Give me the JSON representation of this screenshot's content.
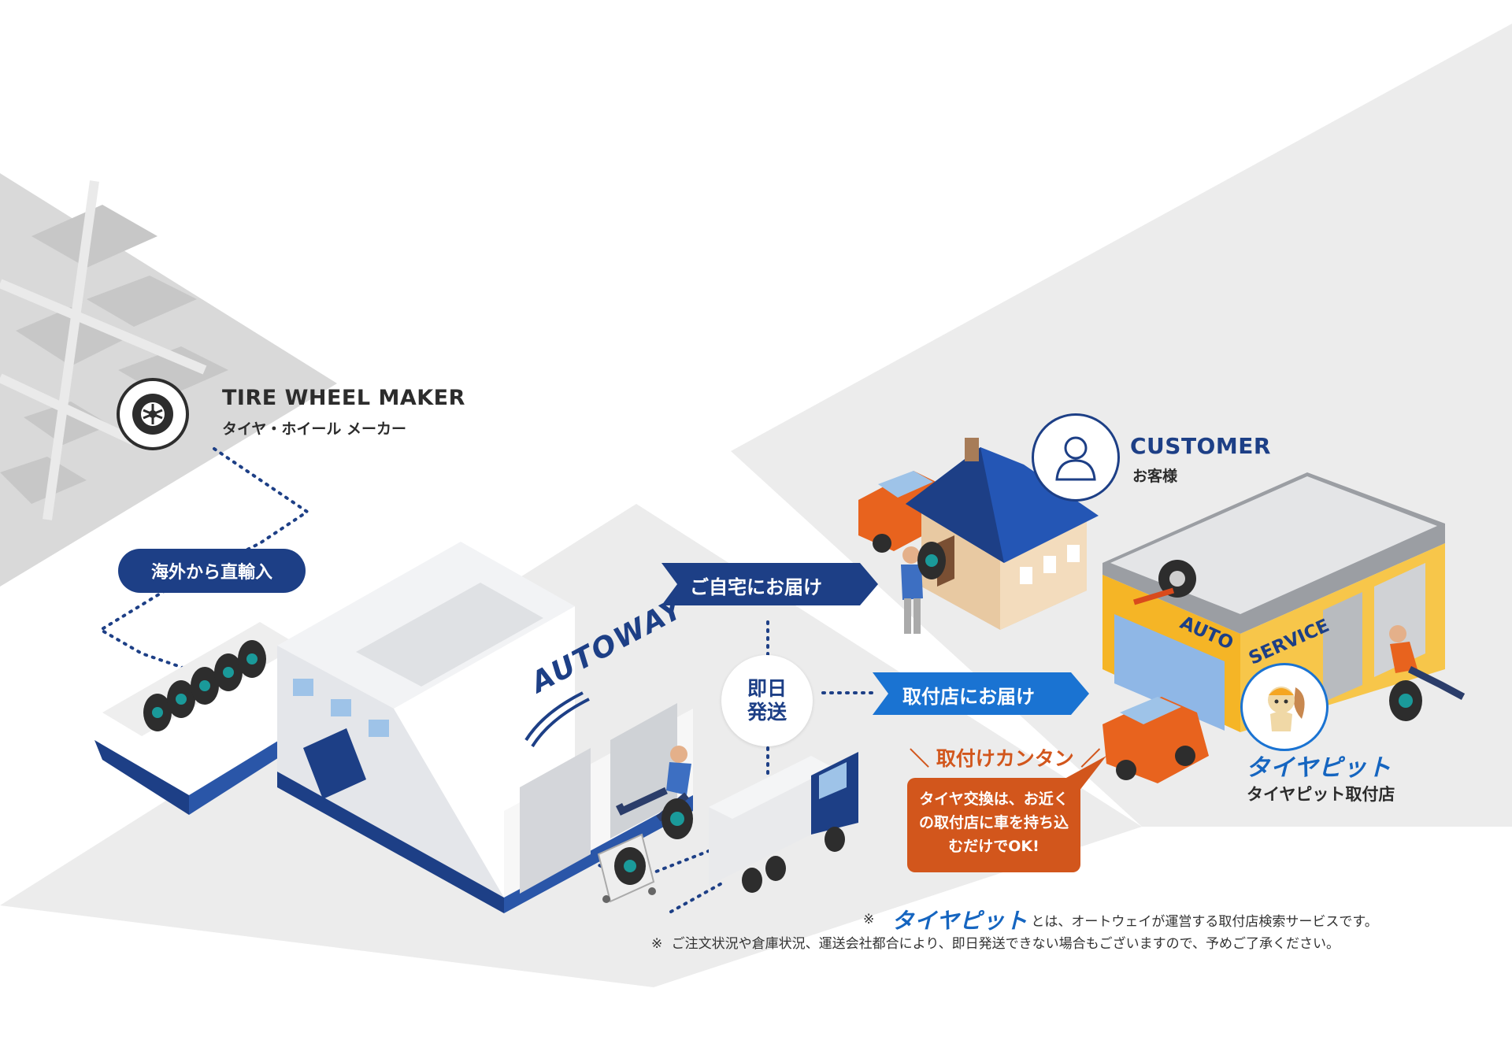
{
  "maker": {
    "title": "TIRE WHEEL MAKER",
    "subtitle": "タイヤ・ホイール メーカー",
    "icon": "tire-icon"
  },
  "import_label": "海外から直輸入",
  "warehouse": {
    "brand": "AUTOWAY"
  },
  "same_day": {
    "line1": "即日",
    "line2": "発送"
  },
  "delivery_home": "ご自宅にお届け",
  "delivery_shop": "取付店にお届け",
  "customer": {
    "title": "CUSTOMER",
    "subtitle": "お客様",
    "icon": "person-icon"
  },
  "auto_service": {
    "sign_auto": "AUTO",
    "sign_service": "SERVICE"
  },
  "easy_label": "＼ 取付けカンタン ／",
  "speech_bubble": "タイヤ交換は、お近くの取付店に車を持ち込むだけでOK!",
  "tire_pit": {
    "logo": "タイヤピット",
    "label": "タイヤピット取付店"
  },
  "notes": {
    "mark": "※",
    "note1_brand": "タイヤピット",
    "note1_text": "とは、オートウェイが運営する取付店検索サービスです。",
    "note2_text": "ご注文状況や倉庫状況、運送会社都合により、即日発送できない場合もございますので、予めご了承ください。"
  },
  "colors": {
    "navy": "#1d3f86",
    "blue": "#1a73d2",
    "orange": "#d2561c",
    "ground": "#ececec",
    "map": "#d9d9d9"
  }
}
